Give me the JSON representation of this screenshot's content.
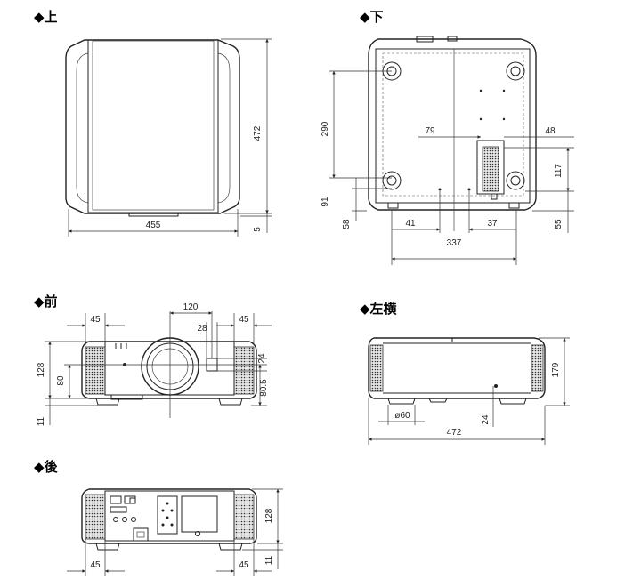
{
  "views": {
    "top": {
      "heading": "◆上",
      "dims": {
        "height": "472",
        "width": "455",
        "offset": "5"
      }
    },
    "bottom": {
      "heading": "◆下",
      "dims": {
        "a": "290",
        "b": "79",
        "c": "48",
        "d": "117",
        "e": "91",
        "f": "58",
        "g": "41",
        "h": "37",
        "i": "55",
        "j": "337"
      }
    },
    "front": {
      "heading": "◆前",
      "dims": {
        "left": "45",
        "mid": "120",
        "right": "45",
        "lens": "28",
        "h128": "128",
        "h80": "80",
        "h24": "24",
        "h805": "80.5",
        "h11": "11"
      }
    },
    "side": {
      "heading": "◆左横",
      "dims": {
        "h179": "179",
        "foot": "ø60",
        "h24": "24",
        "w472": "472"
      }
    },
    "rear": {
      "heading": "◆後",
      "dims": {
        "left": "45",
        "right": "45",
        "h128": "128",
        "h11": "11"
      }
    }
  },
  "colors": {
    "line": "#222222",
    "background": "#ffffff"
  }
}
